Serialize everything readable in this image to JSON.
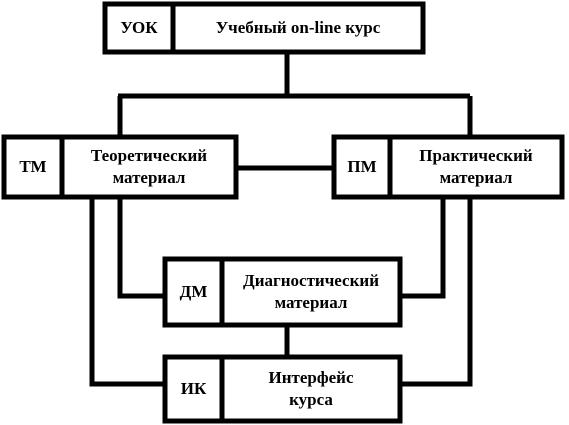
{
  "diagram": {
    "nodes": [
      {
        "id": "uok",
        "abbr": "УОК",
        "lines": [
          "Учебный on-line курс"
        ]
      },
      {
        "id": "tm",
        "abbr": "ТМ",
        "lines": [
          "Теоретический",
          "материал"
        ]
      },
      {
        "id": "pm",
        "abbr": "ПМ",
        "lines": [
          "Практический",
          "материал"
        ]
      },
      {
        "id": "dm",
        "abbr": "ДМ",
        "lines": [
          "Диагностический",
          "материал"
        ]
      },
      {
        "id": "ik",
        "abbr": "ИК",
        "lines": [
          "Интерфейс",
          "курса"
        ]
      }
    ],
    "edges": [
      {
        "from": "uok",
        "to": "tm"
      },
      {
        "from": "uok",
        "to": "pm"
      },
      {
        "from": "tm",
        "to": "pm"
      },
      {
        "from": "tm",
        "to": "dm"
      },
      {
        "from": "pm",
        "to": "dm"
      },
      {
        "from": "tm",
        "to": "ik"
      },
      {
        "from": "pm",
        "to": "ik"
      },
      {
        "from": "dm",
        "to": "ik"
      }
    ],
    "colors": {
      "line": "#000000",
      "fill": "#ffffff",
      "text": "#000000"
    }
  }
}
